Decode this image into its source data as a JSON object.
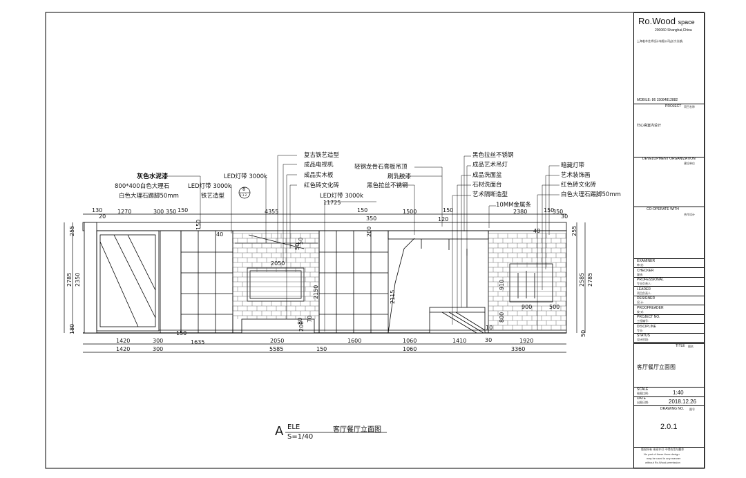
{
  "title_block": {
    "brand": "Ro.Wood",
    "brand_suffix": "space",
    "address": "200060 Shanghai,China",
    "company_cn": "上海若木艺术设计有限公司(长宁分部)",
    "mobile": "MOBILE: 86 15084812882",
    "project_label": "PROJECT",
    "project_label_cn": "项目名称",
    "project_name": "归心斋室内设计",
    "dev_org_label": "DEVELOPMENT ORGANIZATION",
    "dev_org_cn": "建设单位",
    "coop_label": "CO-OPERATE WITH",
    "coop_cn": "合作设计",
    "roles": [
      {
        "en": "EXAMINER",
        "cn": "审 定:"
      },
      {
        "en": "CHECKER",
        "cn": "复核:"
      },
      {
        "en": "PROFESSIONAL",
        "cn": "专业负责人:"
      },
      {
        "en": "LEADER",
        "cn": "项目负责人:"
      },
      {
        "en": "DESIGNER",
        "cn": "设 计:"
      },
      {
        "en": "PROOFREADER",
        "cn": "校 对:"
      },
      {
        "en": "PROJECT NO.",
        "cn": "工程编号:"
      },
      {
        "en": "DISCIPLINE",
        "cn": "专业:"
      },
      {
        "en": "STATUS",
        "cn": "设计阶段:"
      }
    ],
    "title_label": "TITLE",
    "title_label_cn": "图名",
    "drawing_title": "客厅餐厅立面图",
    "scale_label": "SCALE",
    "scale_label_cn": "绘图比例:",
    "scale_value": "1:40",
    "date_label": "DATE",
    "date_label_cn": "出图日期:",
    "date_value": "2018.12.26",
    "drawing_no_label": "DRAWING NO.",
    "drawing_no_cn": "图号",
    "drawing_no_value": "2.0.1",
    "copyright_cn": "版权所有  未经许可  不得仿用与翻抄",
    "copyright_en_1": "No part of these three design",
    "copyright_en_2": "may be used in any manner",
    "copyright_en_3": "without Ro.Wood permission"
  },
  "caption": {
    "letter": "A",
    "ele": "ELE",
    "title": "客厅餐厅立面图",
    "scale": "S=1/40"
  },
  "callouts": {
    "left_stack": [
      "灰色水泥漆",
      "800*400白色大理石",
      "白色大理石踢脚50mm"
    ],
    "led_3000k_a": "LED灯带 3000k",
    "led_3000k_b": "LED灯带 3000k",
    "iron_shape": "铁艺造型",
    "detail_no": "8",
    "detail_sheet": "2.1.2",
    "mid_stack": [
      "复古铁艺造型",
      "成品电视机",
      "成品实木板",
      "红色砖文化砖"
    ],
    "led_3000k_c": "LED灯带 3000k",
    "ceiling_stack": [
      "轻钢龙骨石膏板吊顶",
      "刷乳胶漆",
      "黑色拉丝不锈钢"
    ],
    "right_stack": [
      "黑色拉丝不锈钢",
      "成品艺术吊灯",
      "成品洗面盆",
      "石材洗面台",
      "艺术隔断造型"
    ],
    "metal_strip": "10MM金属条",
    "far_right_stack": [
      "暗藏灯带",
      "艺术装饰画",
      "红色砖文化砖",
      "白色大理石踢脚50mm"
    ]
  },
  "dims_top": [
    "130",
    "20",
    "1270",
    "300",
    "350",
    "150",
    "4355",
    "150",
    "350",
    "1500",
    "150",
    "120",
    "2380",
    "150",
    "350",
    "11725",
    "30"
  ],
  "dims_bottom_1": [
    "1420",
    "300",
    "1635",
    "2050",
    "1600",
    "1060",
    "1410",
    "30",
    "1920"
  ],
  "dims_bottom_2": [
    "1420",
    "300",
    "5585",
    "150",
    "1060",
    "3360"
  ],
  "dims_left": [
    "255",
    "2350",
    "2785",
    "180"
  ],
  "dims_right": [
    "255",
    "2585",
    "2785",
    "50"
  ],
  "dims_inner": [
    "150",
    "40",
    "2050",
    "50",
    "2150",
    "200",
    "80",
    "150",
    "200",
    "2115",
    "910",
    "800",
    "900",
    "500",
    "10",
    "40",
    "50",
    "70"
  ]
}
